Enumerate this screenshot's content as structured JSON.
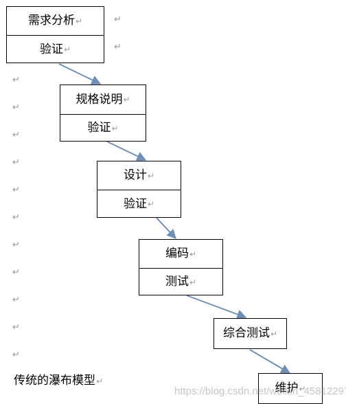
{
  "paragraph_mark": "↵",
  "caption": "传统的瀑布模型",
  "watermark": "https://blog.csdn.net/weixin_45812297",
  "arrow_color": "#6d8fb8",
  "stages": [
    {
      "title": "需求分析",
      "verify": "验证"
    },
    {
      "title": "规格说明",
      "verify": "验证"
    },
    {
      "title": "设计",
      "verify": "验证"
    },
    {
      "title": "编码",
      "verify": "测试"
    },
    {
      "title": "综合测试"
    },
    {
      "title": "维护"
    }
  ]
}
